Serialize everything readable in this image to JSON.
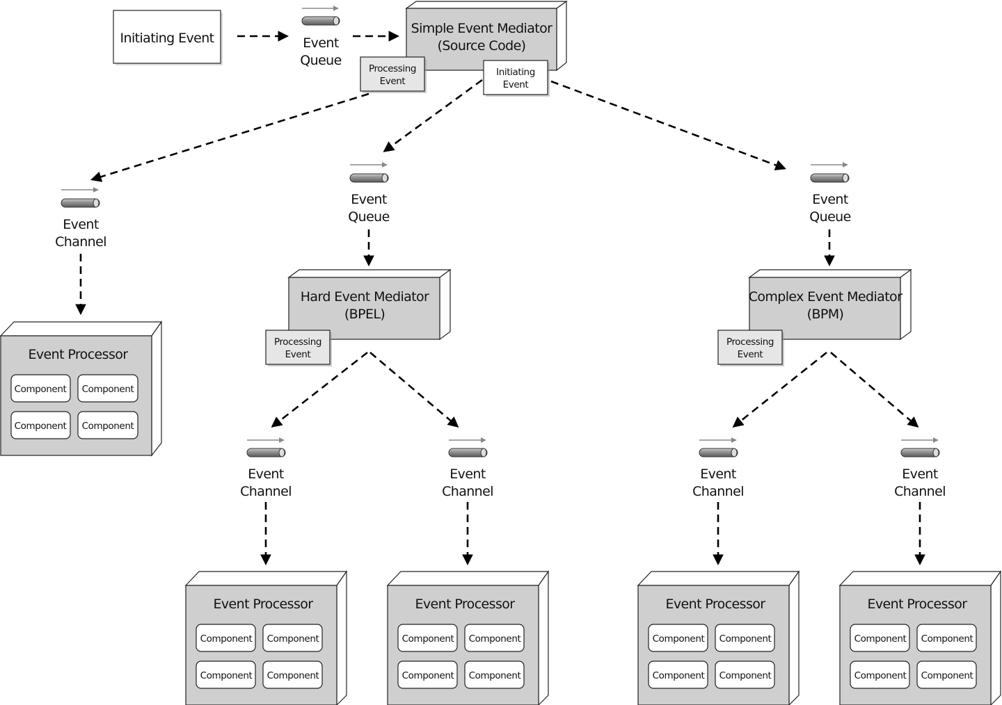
{
  "labels": {
    "initiating_event": "Initiating Event",
    "event": "Event",
    "queue": "Queue",
    "channel": "Channel",
    "simple_mediator_l1": "Simple Event Mediator",
    "simple_mediator_l2": "(Source Code)",
    "hard_mediator_l1": "Hard Event Mediator",
    "hard_mediator_l2": "(BPEL)",
    "complex_mediator_l1": "Complex Event Mediator",
    "complex_mediator_l2": "(BPM)",
    "processing": "Processing",
    "initiating": "Initiating",
    "event_word": "Event",
    "event_processor": "Event Processor",
    "component": "Component"
  }
}
